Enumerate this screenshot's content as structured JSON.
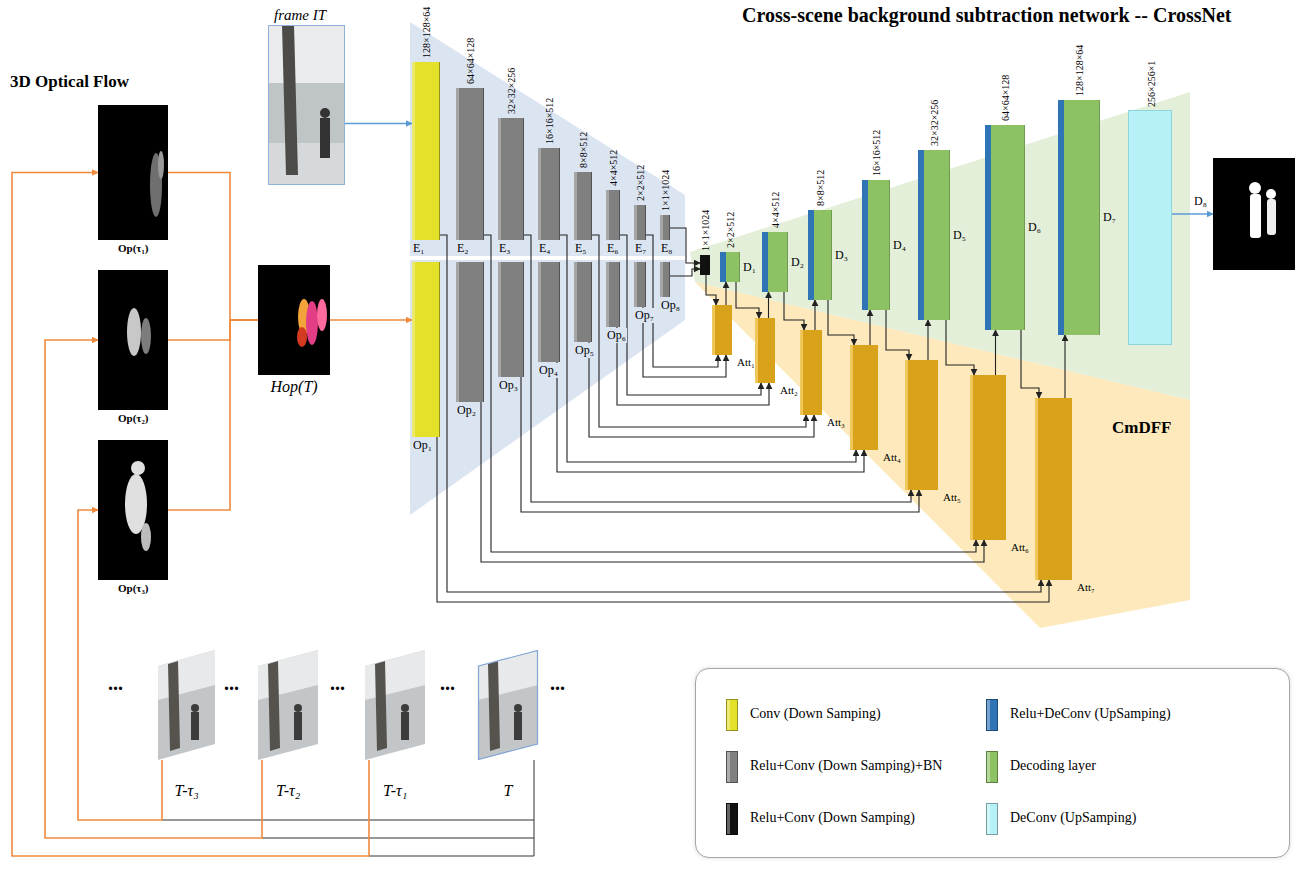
{
  "diagram": {
    "title": "Cross-scene background subtraction network -- CrossNet",
    "nodes": [
      {
        "text": [
          "Op(τ₁)"
        ]
      },
      {
        "text": [
          "Op(τ₂)"
        ]
      },
      {
        "text": [
          "Op(τ₃)"
        ]
      },
      {
        "text": [
          "frame IT"
        ]
      },
      {
        "text": [
          "Hop(T)"
        ]
      },
      {
        "text": [
          "128×128×64",
          "E₁"
        ]
      },
      {
        "text": [
          "64×64×128",
          "E₂"
        ]
      },
      {
        "text": [
          "32×32×256",
          "E₃"
        ]
      },
      {
        "text": [
          "16×16×512",
          "E₄"
        ]
      },
      {
        "text": [
          "8×8×512",
          "E₅"
        ]
      },
      {
        "text": [
          "4×4×512",
          "E₆"
        ]
      },
      {
        "text": [
          "2×2×512",
          "E₇"
        ]
      },
      {
        "text": [
          "1×1×1024",
          "E₈"
        ]
      },
      {
        "text": [
          "Op₁"
        ]
      },
      {
        "text": [
          "Op₂"
        ]
      },
      {
        "text": [
          "Op₃"
        ]
      },
      {
        "text": [
          "Op₄"
        ]
      },
      {
        "text": [
          "Op₅"
        ]
      },
      {
        "text": [
          "Op₆"
        ]
      },
      {
        "text": [
          "Op₇"
        ]
      },
      {
        "text": [
          "Op₈"
        ]
      },
      {
        "text": [
          "1×1×1024"
        ]
      },
      {
        "text": [
          "2×2×512",
          "D₁"
        ]
      },
      {
        "text": [
          "4×4×512",
          "D₂"
        ]
      },
      {
        "text": [
          "8×8×512",
          "D₃"
        ]
      },
      {
        "text": [
          "16×16×512",
          "D₄"
        ]
      },
      {
        "text": [
          "32×32×256",
          "D₅"
        ]
      },
      {
        "text": [
          "64×64×128",
          "D₆"
        ]
      },
      {
        "text": [
          "128×128×64",
          "D₇"
        ]
      },
      {
        "text": [
          "256×256×1"
        ]
      },
      {
        "text": [
          "D₈"
        ]
      },
      {
        "text": [
          "CmDFF"
        ]
      },
      {
        "text": [
          "Att₁"
        ],
        "in": 31
      },
      {
        "text": [
          "Att₂"
        ],
        "in": 31
      },
      {
        "text": [
          "Att₃"
        ],
        "in": 31
      },
      {
        "text": [
          "Att₄"
        ],
        "in": 31
      },
      {
        "text": [
          "Att₅"
        ],
        "in": 31
      },
      {
        "text": [
          "Att₆"
        ],
        "in": 31
      },
      {
        "text": [
          "Att₇"
        ],
        "in": 31
      },
      {
        "text": [
          "T-τ₃"
        ]
      },
      {
        "text": [
          "T-τ₂"
        ]
      },
      {
        "text": [
          "T-τ₁"
        ]
      },
      {
        "text": [
          "T"
        ]
      }
    ],
    "edges": [
      {
        "from": 0,
        "to": 4,
        "arrow": "none"
      },
      {
        "from": 1,
        "to": 4,
        "arrow": "none"
      },
      {
        "from": 2,
        "to": 4,
        "arrow": "none"
      },
      {
        "from": 3,
        "to": 5,
        "arrow": "to"
      },
      {
        "from": 4,
        "to": 13,
        "arrow": "to"
      },
      {
        "from": 39,
        "to": 2,
        "arrow": "to"
      },
      {
        "from": 40,
        "to": 1,
        "arrow": "to"
      },
      {
        "from": 41,
        "to": 0,
        "arrow": "to"
      },
      {
        "from": 5,
        "to": 38,
        "arrow": "to"
      },
      {
        "from": 6,
        "to": 37,
        "arrow": "to"
      },
      {
        "from": 7,
        "to": 36,
        "arrow": "to"
      },
      {
        "from": 8,
        "to": 35,
        "arrow": "to"
      },
      {
        "from": 9,
        "to": 34,
        "arrow": "to"
      },
      {
        "from": 10,
        "to": 33,
        "arrow": "to"
      },
      {
        "from": 11,
        "to": 32,
        "arrow": "to"
      },
      {
        "from": 13,
        "to": 38,
        "arrow": "to"
      },
      {
        "from": 14,
        "to": 37,
        "arrow": "to"
      },
      {
        "from": 15,
        "to": 36,
        "arrow": "to"
      },
      {
        "from": 16,
        "to": 35,
        "arrow": "to"
      },
      {
        "from": 17,
        "to": 34,
        "arrow": "to"
      },
      {
        "from": 18,
        "to": 33,
        "arrow": "to"
      },
      {
        "from": 19,
        "to": 32,
        "arrow": "to"
      },
      {
        "from": 12,
        "to": 21,
        "arrow": "to"
      },
      {
        "from": 20,
        "to": 21,
        "arrow": "to"
      },
      {
        "from": 21,
        "to": 32,
        "arrow": "to"
      },
      {
        "from": 32,
        "to": 22,
        "arrow": "to"
      },
      {
        "from": 33,
        "to": 23,
        "arrow": "to"
      },
      {
        "from": 34,
        "to": 24,
        "arrow": "to"
      },
      {
        "from": 35,
        "to": 25,
        "arrow": "to"
      },
      {
        "from": 36,
        "to": 26,
        "arrow": "to"
      },
      {
        "from": 37,
        "to": 27,
        "arrow": "to"
      },
      {
        "from": 38,
        "to": 28,
        "arrow": "to"
      },
      {
        "from": 22,
        "to": 33,
        "arrow": "to"
      },
      {
        "from": 23,
        "to": 34,
        "arrow": "to"
      },
      {
        "from": 24,
        "to": 35,
        "arrow": "to"
      },
      {
        "from": 25,
        "to": 36,
        "arrow": "to"
      },
      {
        "from": 26,
        "to": 37,
        "arrow": "to"
      },
      {
        "from": 27,
        "to": 38,
        "arrow": "to"
      },
      {
        "from": 29,
        "to": 30,
        "arrow": "to"
      }
    ],
    "labels": [
      "3D Optical Flow",
      "...",
      "...",
      "...",
      "...",
      "..."
    ],
    "legend": [
      {
        "text": "Conv (Down Samping)",
        "color": "#e4e12a"
      },
      {
        "text": "Relu+DeConv (UpSamping)",
        "color": "#2f74b5"
      },
      {
        "text": "Relu+Conv (Down Samping)+BN",
        "color": "#808080"
      },
      {
        "text": "Decoding layer",
        "color": "#8dc264"
      },
      {
        "text": "Relu+Conv (Down Samping)",
        "color": "#111111"
      },
      {
        "text": "DeConv (UpSamping)",
        "color": "#b5f1f6"
      }
    ]
  }
}
